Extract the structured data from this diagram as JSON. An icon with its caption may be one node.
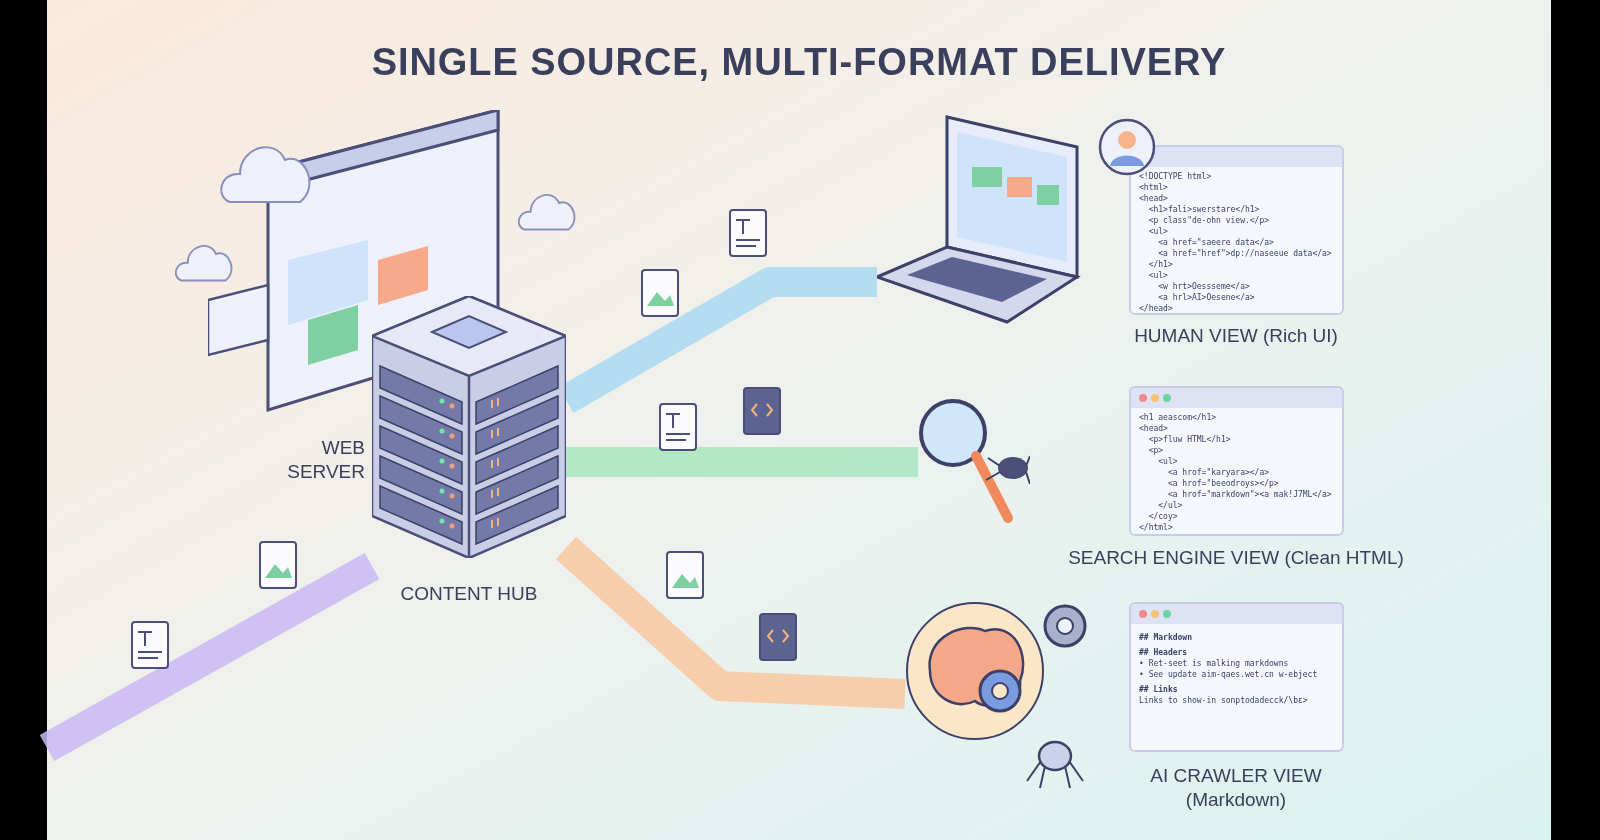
{
  "diagram": {
    "title": "SINGLE SOURCE, MULTI-FORMAT DELIVERY",
    "nodes": [
      {
        "text": [
          "CONTENT HUB"
        ],
        "beside": [
          "WEB SERVER"
        ]
      },
      {
        "text": [],
        "shape": "picture"
      },
      {
        "text": [],
        "shape": "picture"
      },
      {
        "text": [],
        "shape": "picture"
      },
      {
        "text": [
          "<!DOCTYPE html>",
          "<html>",
          "<head>",
          "  <h1>fali>swerstare</h1>",
          "  <p class\"de-ohn view.</p>",
          "  <ul>",
          "    <a href=\"saeere data</a>",
          "    <a href=\"href\">dp://naseeue data</a>",
          "  </h1>",
          "  <ul>",
          "    <w hrt>Oessseme</a>",
          "    <a hrl>AI>Oesene</a>",
          "</head>"
        ],
        "beside": [
          "HUMAN VIEW (Rich UI)"
        ]
      },
      {
        "text": [
          "<h1 aeascom</h1>",
          "<head>",
          "  <p>fluw HTML</h1>",
          "  <p>",
          "    <ul>",
          "      <a hrof=\"karyara></a>",
          "      <a hrof=\"beeodroys></p>",
          "      <a hrof=\"markdown\"><a mak!J7ML</a>",
          "    </ul>",
          "  </coy>",
          "</html>"
        ],
        "beside": [
          "SEARCH ENGINE VIEW (Clean HTML)"
        ]
      },
      {
        "text": [
          "## Markdown",
          "## Headers",
          "• Ret-seet is malking markdowns",
          "• See update aim-qaes.wet.cn w-ebject",
          "## Links",
          "Links to show-in sonptodadecck/\\bε>"
        ],
        "beside": [
          "AI CRAWLER VIEW (Markdown)"
        ]
      }
    ],
    "edges": [
      {
        "from": 0,
        "to": 1,
        "arrow": "none",
        "color": "#a9d9f3"
      },
      {
        "from": 0,
        "to": 2,
        "arrow": "none",
        "color": "#a8e6bd"
      },
      {
        "from": 0,
        "to": 3,
        "arrow": "none",
        "color": "#f8c8a0"
      },
      {
        "from": null,
        "to": 0,
        "arrow": "none",
        "color": "#c9b9f2"
      }
    ]
  }
}
